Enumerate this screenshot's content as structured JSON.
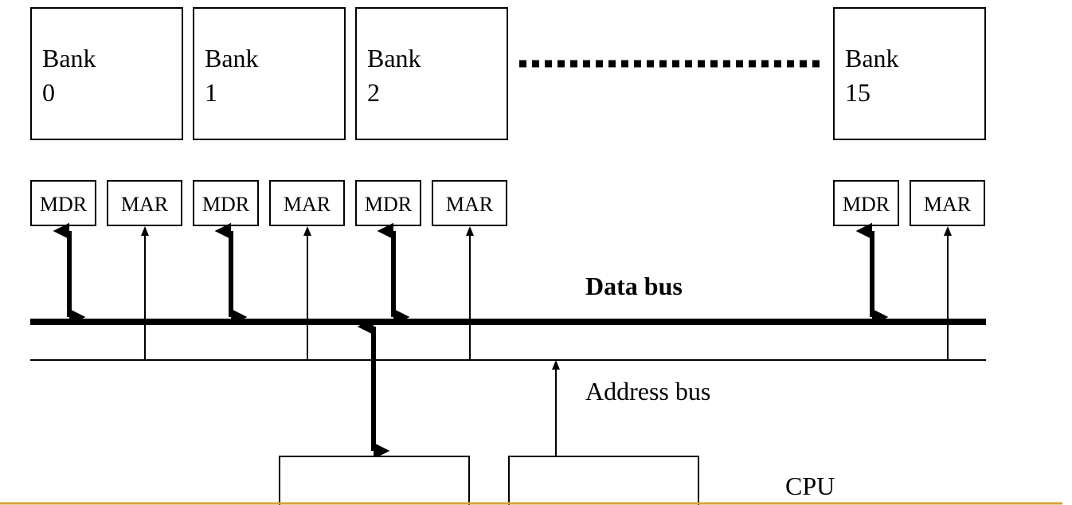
{
  "banks": [
    {
      "word": "Bank",
      "number": "0"
    },
    {
      "word": "Bank",
      "number": "1"
    },
    {
      "word": "Bank",
      "number": "2"
    },
    {
      "word": "Bank",
      "number": "15"
    }
  ],
  "ellipsis": "........................",
  "registers": {
    "mdr": "MDR",
    "mar": "MAR"
  },
  "labels": {
    "data_bus": "Data bus",
    "address_bus": "Address bus",
    "cpu": "CPU"
  },
  "colors": {
    "stroke": "#000000",
    "footer_line": "#d4a43a"
  }
}
